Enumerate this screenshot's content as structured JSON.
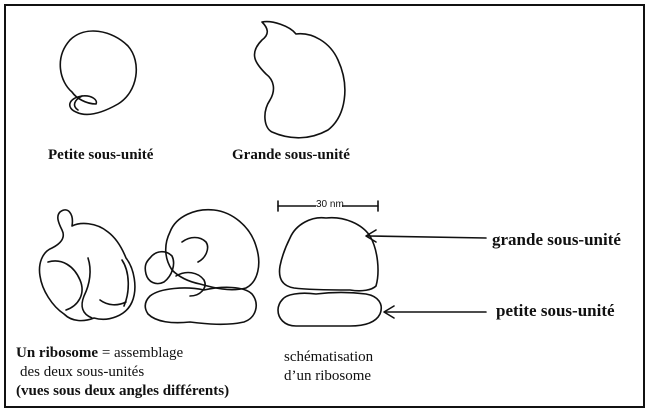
{
  "subunits": {
    "small_caption": "Petite sous-unité",
    "large_caption": "Grande sous-unité"
  },
  "scale_label": "30 nm",
  "arrows": {
    "large": "grande sous-unité",
    "small": "petite sous-unité"
  },
  "ribosome_caption": {
    "line1_bold": "Un ribosome",
    "line1_rest": " = assemblage",
    "line2": "des deux sous-unités",
    "line3": "(vues sous deux angles différents)"
  },
  "schema_caption": {
    "line1": "schématisation",
    "line2": "d’un ribosome"
  }
}
